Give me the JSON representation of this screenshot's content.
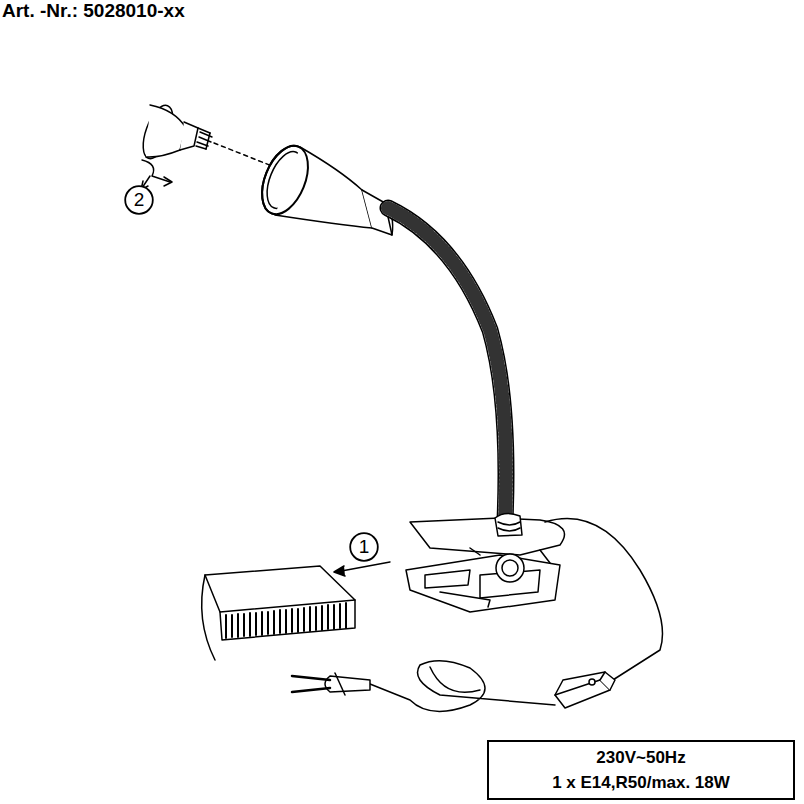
{
  "diagram": {
    "title": "Art. -Nr.: 5028010-xx",
    "nodes": [
      {
        "text": [
          "2"
        ]
      },
      {
        "text": [
          "1"
        ]
      },
      {
        "text": [
          "230V~50Hz",
          "1 x E14,R50/max. 18W"
        ]
      }
    ]
  }
}
